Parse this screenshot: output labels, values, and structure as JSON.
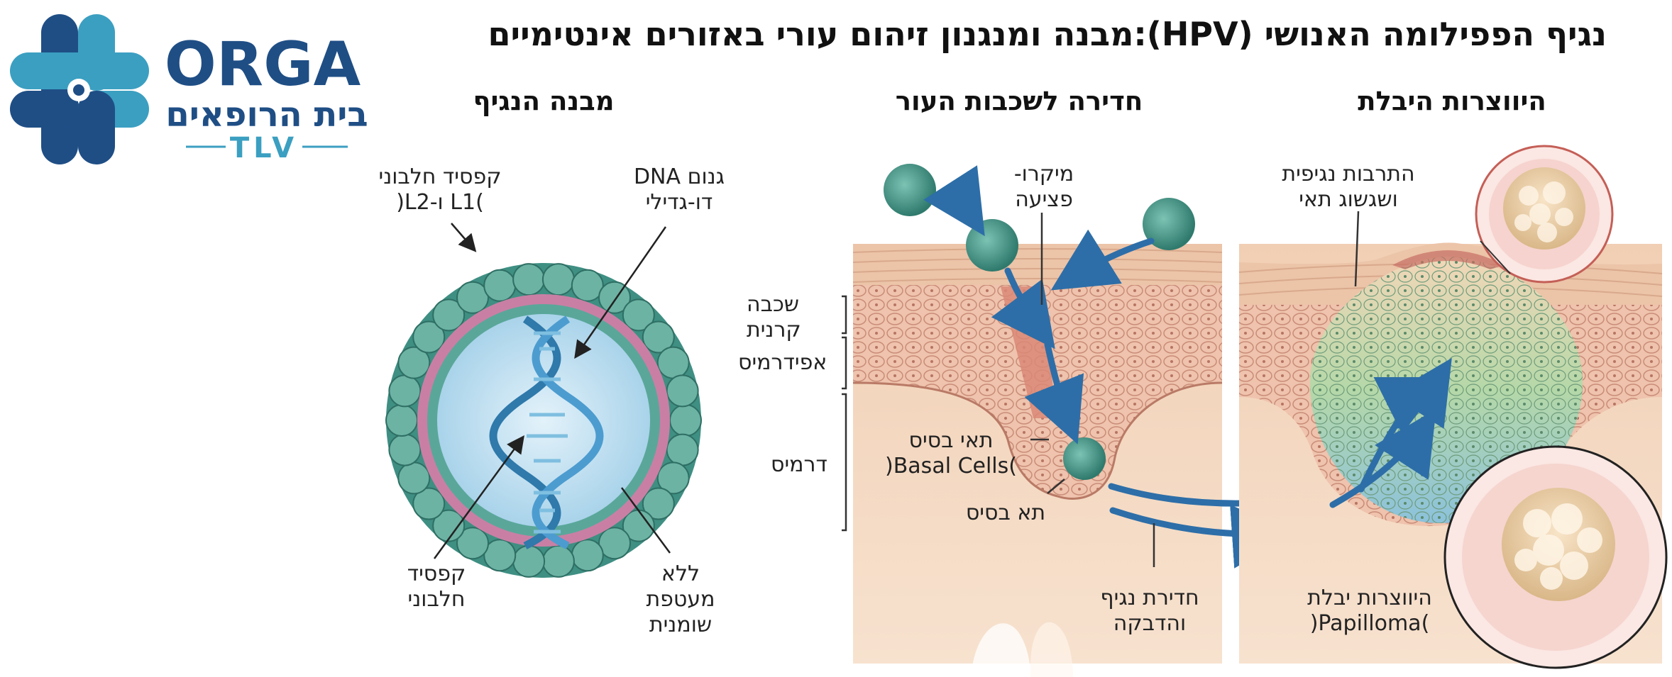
{
  "logo": {
    "brand": "ORGA",
    "subtitle": "בית הרופאים",
    "tag": "TLV"
  },
  "title": "נגיף הפפילומה האנושי (HPV):מבנה ומנגנון זיהום עורי  באזורים אינטימיים",
  "sections": {
    "structure": "מבנה הנגיף",
    "penetration": "חדירה לשכבות העור",
    "wart": "היווצרות היבלת"
  },
  "labels": {
    "capsid_l1l2": "קפסיד חלבוני\n(L2-ו L1)",
    "dna": "גנום DNA\nדו-גדילי",
    "capsid": "קפסיד\nחלבוני",
    "no_envelope": "ללא\nמעטפת\nשומנית",
    "micro_tear": "מיקרו-\nפציעה",
    "stratum_corneum": "שכבה\nקרנית",
    "epidermis": "אפידרמיס",
    "dermis": "דרמיס",
    "basal_cells": "תאי בסיס\n(Basal Cells)",
    "basal_cell": "תא בסיס",
    "entry_attach": "חדירת נגיף\nוהדבקה",
    "proliferation": "התרבות נגיפית\nושגשוג תאי",
    "papilloma": "היווצרות יבלת\n(Papilloma)"
  },
  "colors": {
    "brand_dark": "#1f4e85",
    "brand_light": "#3b9fc1",
    "virus_green": "#4f9a8c",
    "arrow_blue": "#2d6ea8",
    "skin": "#f3d7bf",
    "epidermis": "#eebfa8"
  }
}
